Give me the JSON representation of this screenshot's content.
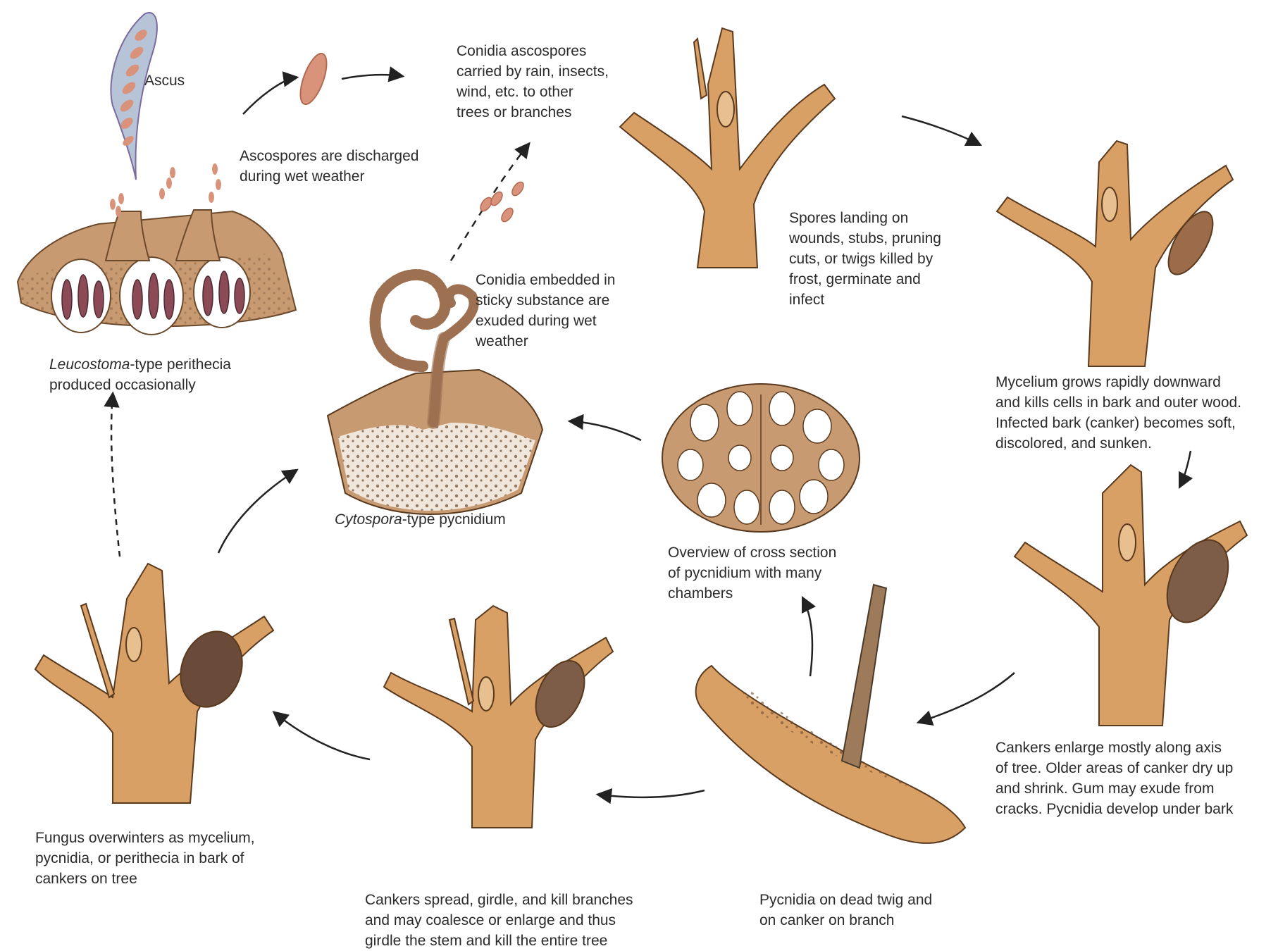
{
  "labels": {
    "ascus": "Ascus",
    "ascospores_discharged": "Ascospores are discharged\nduring wet weather",
    "conidia_carried": "Conidia ascospores\ncarried by rain, insects,\nwind, etc. to other\ntrees or branches",
    "spores_landing": "Spores landing on\nwounds, stubs, pruning\ncuts, or twigs killed by\nfrost, germinate and\ninfect",
    "mycelium_grows": "Mycelium grows rapidly downward\nand kills cells in bark and outer wood.\nInfected bark (canker) becomes soft,\ndiscolored, and sunken.",
    "cankers_enlarge": "Cankers enlarge mostly along axis\nof tree. Older areas of canker dry up\nand shrink. Gum may exude from\ncracks. Pycnidia develop under bark",
    "pycnidia_dead_twig": "Pycnidia on dead twig and\non canker on branch",
    "cankers_spread": "Cankers spread, girdle, and kill branches\nand may coalesce or enlarge and thus\ngirdle the stem and kill the entire tree",
    "fungus_overwinters": "Fungus overwinters as mycelium,\npycnidia, or perithecia in bark of\ncankers on tree",
    "overview_cross_section": "Overview of cross section\nof pycnidium with many\nchambers",
    "conidia_embedded": "Conidia embedded in\nsticky substance are\nexuded during wet\nweather",
    "cytospora_italic": "Cytospora",
    "cytospora_rest": "-type pycnidium",
    "leucostoma_italic": "Leucostoma",
    "leucostoma_rest": "-type perithecia\nproduced occasionally"
  },
  "colors": {
    "bark": "#d9a066",
    "bark_dark": "#8a5a2e",
    "canker": "#8b6b55",
    "ascus_fill": "#b7c4d8",
    "spore": "#d8937a",
    "arrow": "#222222"
  }
}
